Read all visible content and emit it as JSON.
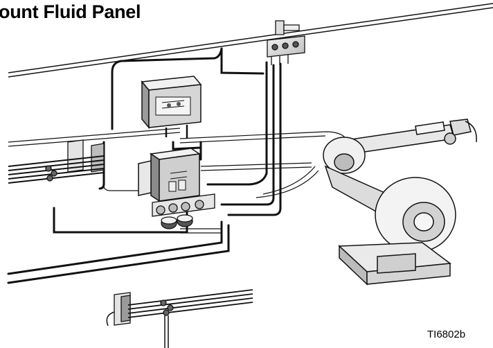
{
  "title": "ount Fluid Panel",
  "figure_id": "TI6802b",
  "colors": {
    "line": "#111111",
    "part_fill": "#e6e6e6",
    "part_dark": "#6e6e6e",
    "background": "#ffffff"
  },
  "components": [
    {
      "name": "ceiling-rail"
    },
    {
      "name": "manifold-valves"
    },
    {
      "name": "control-box"
    },
    {
      "name": "fluid-panel"
    },
    {
      "name": "fluid-regulators"
    },
    {
      "name": "left-bracket"
    },
    {
      "name": "lower-bracket"
    },
    {
      "name": "robot-arm"
    },
    {
      "name": "robot-base"
    },
    {
      "name": "hose-bundles"
    }
  ]
}
